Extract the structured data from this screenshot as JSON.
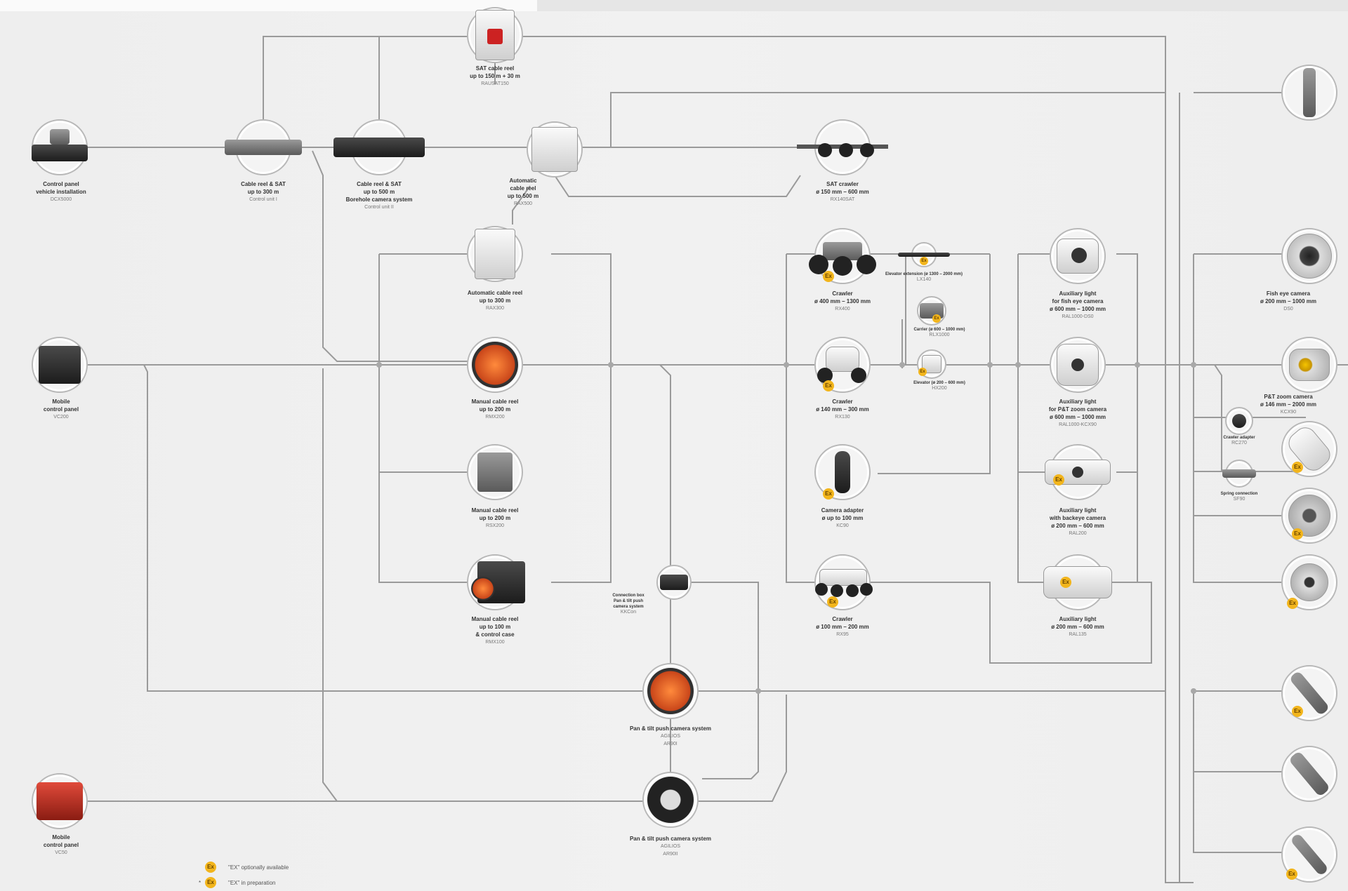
{
  "ex_badge": "Ex",
  "legend": {
    "optional": "\"EX\" optionally available",
    "prep_star": "*",
    "preparation": "\"EX\" in preparation"
  },
  "nodes": {
    "dcx5000": {
      "lines": [
        "Control panel",
        "vehicle installation"
      ],
      "code": "DCX5000"
    },
    "control_unit_1": {
      "lines": [
        "Cable reel & SAT",
        "up to 300 m"
      ],
      "code": "Control unit I"
    },
    "control_unit_2": {
      "lines": [
        "Cable reel & SAT",
        "up to 500 m",
        "Borehole camera system"
      ],
      "code": "Control unit II"
    },
    "sat_cable_reel": {
      "lines": [
        "SAT cable reel",
        "up to 150 m + 30 m"
      ],
      "code": "RAUSAT150"
    },
    "auto_reel_500": {
      "lines": [
        "Automatic",
        "cable reel",
        "up to 500 m"
      ],
      "code": "RAX500"
    },
    "auto_reel_300": {
      "lines": [
        "Automatic cable reel",
        "up to 300 m"
      ],
      "code": "RAX300"
    },
    "manual_reel_200": {
      "lines": [
        "Manual cable reel",
        "up to 200 m"
      ],
      "code": "RMX200"
    },
    "manual_reel_200b": {
      "lines": [
        "Manual cable reel",
        "up to 200 m"
      ],
      "code": "RSX200"
    },
    "manual_reel_100": {
      "lines": [
        "Manual cable reel",
        "up to 100 m",
        "& control case"
      ],
      "code": "RMX100"
    },
    "vc200": {
      "lines": [
        "Mobile",
        "control panel"
      ],
      "code": "VC200"
    },
    "vc50": {
      "lines": [
        "Mobile",
        "control panel"
      ],
      "code": "VC50"
    },
    "connection_box": {
      "lines": [
        "Connection box",
        "Pan & tilt push",
        "camera system"
      ],
      "code": "KKCon"
    },
    "ptpush_1": {
      "lines": [
        "Pan & tilt push camera system"
      ],
      "code": "AGILIOS",
      "code2": "AR90I"
    },
    "ptpush_2": {
      "lines": [
        "Pan & tilt push camera system"
      ],
      "code": "AGILIOS",
      "code2": "AR90II"
    },
    "sat_crawler": {
      "lines": [
        "SAT crawler",
        "ø 150 mm – 600 mm"
      ],
      "code": "RX140SAT"
    },
    "crawler_400": {
      "lines": [
        "Crawler",
        "ø 400 mm – 1300 mm"
      ],
      "code": "RX400"
    },
    "elevator_ext": {
      "lines": [
        "Elevator extension (ø 1300 – 2000 mm)"
      ],
      "code": "LX140"
    },
    "carrier": {
      "lines": [
        "Carrier (ø 600 – 1000 mm)"
      ],
      "code": "RLX1000"
    },
    "elevator": {
      "lines": [
        "Elevator (ø 200 – 600 mm)"
      ],
      "code": "HX200"
    },
    "crawler_140": {
      "lines": [
        "Crawler",
        "ø 140 mm – 300 mm"
      ],
      "code": "RX130"
    },
    "camera_adapter": {
      "lines": [
        "Camera adapter",
        "ø up to 100 mm"
      ],
      "code": "KC90"
    },
    "crawler_100": {
      "lines": [
        "Crawler",
        "ø 100 mm – 200 mm"
      ],
      "code": "RX95"
    },
    "aux_fisheye": {
      "lines": [
        "Auxiliary light",
        "for fish eye camera",
        "ø 600 mm – 1000 mm"
      ],
      "code": "RAL1000-DS0"
    },
    "aux_ptzoom": {
      "lines": [
        "Auxiliary light",
        "for P&T zoom camera",
        "ø 600 mm – 1000 mm"
      ],
      "code": "RAL1000-KCX90"
    },
    "aux_backeye": {
      "lines": [
        "Auxiliary light",
        "with backeye camera",
        "ø 200 mm – 600 mm"
      ],
      "code": "RAL200"
    },
    "aux_200": {
      "lines": [
        "Auxiliary light",
        "ø 200 mm – 600 mm"
      ],
      "code": "RAL135"
    },
    "fisheye_cam": {
      "lines": [
        "Fish eye camera",
        "ø 200 mm – 1000 mm"
      ],
      "code": "DS0"
    },
    "ptzoom_cam": {
      "lines": [
        "P&T zoom camera",
        "ø 146 mm – 2000 mm"
      ],
      "code": "KCX90"
    },
    "crawler_adapter": {
      "lines": [
        "Crawler adapter"
      ],
      "code": "RC270"
    },
    "spring_conn": {
      "lines": [
        "Spring connection"
      ],
      "code": "SF90"
    }
  }
}
